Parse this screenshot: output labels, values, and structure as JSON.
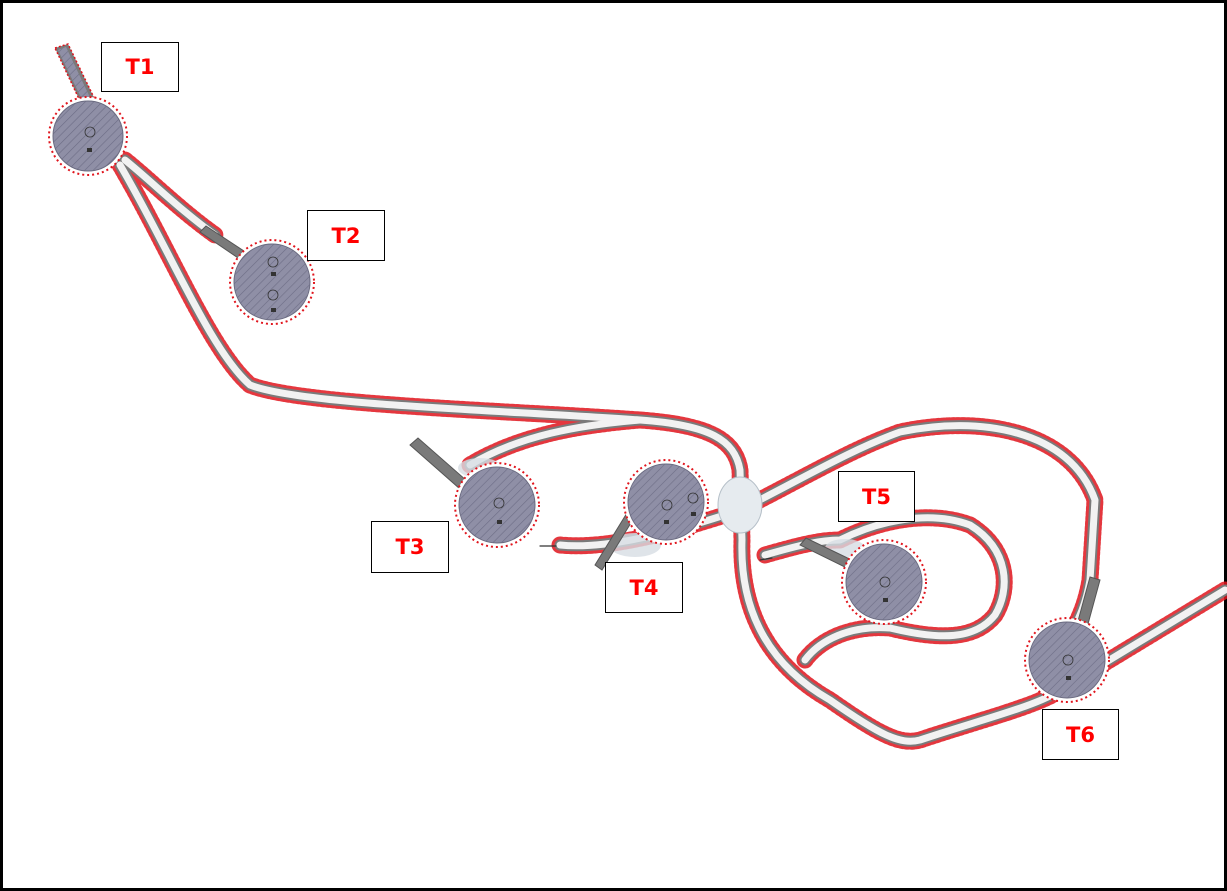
{
  "colors": {
    "road_outline": "#7a7a7a",
    "road_fill": "#f2f2f2",
    "fence_red": "#e0151d",
    "pad_fill": "#8f8fa6",
    "hatch": "#6d6d86",
    "gravel": "#d7dde3",
    "label_text": "#ff0000"
  },
  "labels": [
    {
      "id": "t1",
      "text": "T1"
    },
    {
      "id": "t2",
      "text": "T2"
    },
    {
      "id": "t3",
      "text": "T3"
    },
    {
      "id": "t4",
      "text": "T4"
    },
    {
      "id": "t5",
      "text": "T5"
    },
    {
      "id": "t6",
      "text": "T6"
    }
  ]
}
